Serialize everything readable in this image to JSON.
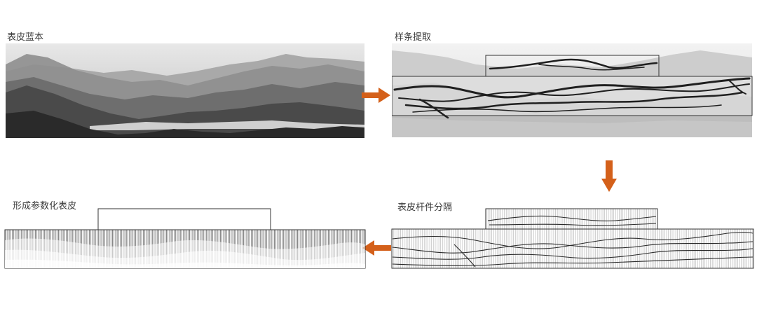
{
  "steps": [
    {
      "label": "表皮蓝本"
    },
    {
      "label": "样条提取"
    },
    {
      "label": "表皮杆件分隔"
    },
    {
      "label": "形成参数化表皮"
    }
  ],
  "icons": {
    "flow_arrow": "arrow-icon"
  },
  "colors": {
    "arrow": "#d4601a",
    "line": "#222222",
    "frame": "#333333",
    "background": "#ffffff"
  }
}
